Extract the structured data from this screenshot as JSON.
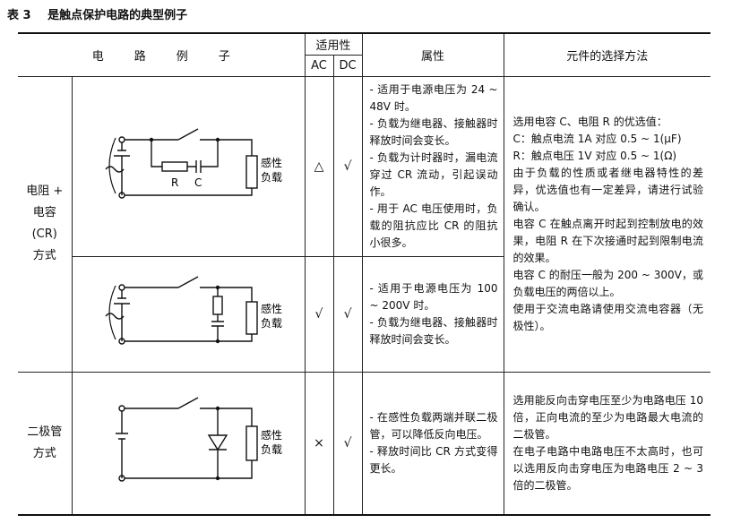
{
  "caption": {
    "number": "表 3",
    "title": "是触点保护电路的典型例子"
  },
  "header": {
    "circuit": "电路例子",
    "applicability": "适用性",
    "ac": "AC",
    "dc": "DC",
    "attribute": "属性",
    "method": "元件的选择方法"
  },
  "rows": [
    {
      "mode": [
        "电阻 +",
        "电容",
        "(CR)",
        "方式"
      ],
      "sub": [
        {
          "ac": "△",
          "dc": "√",
          "load_label": [
            "感性",
            "负载"
          ],
          "r_label": "R",
          "c_label": "C",
          "attributes": [
            "- 适用于电源电压为 24 ~ 48V 时。",
            "- 负载为继电器、接触器时释放时间会变长。",
            "- 负载为计时器时，漏电流穿过 CR 流动，引起误动作。",
            "- 用于 AC 电压使用时，负载的阻抗应比 CR 的阻抗小很多。"
          ]
        },
        {
          "ac": "√",
          "dc": "√",
          "load_label": [
            "感性",
            "负载"
          ],
          "attributes": [
            "- 适用于电源电压为 100 ~ 200V 时。",
            "- 负载为继电器、接触器时释放时间会变长。"
          ]
        }
      ],
      "method": [
        "选用电容 C、电阻 R 的优选值：",
        "C：触点电流 1A 对应 0.5 ~ 1(μF)",
        "R：触点电压 1V 对应 0.5 ~ 1(Ω)",
        "由于负载的性质或者继电器特性的差异，优选值也有一定差异，请进行试验确认。",
        "电容 C 在触点离开时起到控制放电的效果，电阻 R 在下次接通时起到限制电流的效果。",
        "电容 C 的耐压一般为 200 ~ 300V，或负载电压的两倍以上。",
        "使用于交流电路请使用交流电容器（无极性）。"
      ]
    },
    {
      "mode": [
        "二极管",
        "方式"
      ],
      "ac": "×",
      "dc": "√",
      "load_label": [
        "感性",
        "负载"
      ],
      "attributes": [
        "- 在感性负载两端并联二极管，可以降低反向电压。",
        "- 释放时间比 CR 方式变得更长。"
      ],
      "method": [
        "选用能反向击穿电压至少为电路电压 10 倍，正向电流的至少为电路最大电流的二极管。",
        "在电子电路中电路电压不太高时，也可以选用反向击穿电压为电路电压 2 ~ 3 倍的二极管。"
      ]
    }
  ]
}
